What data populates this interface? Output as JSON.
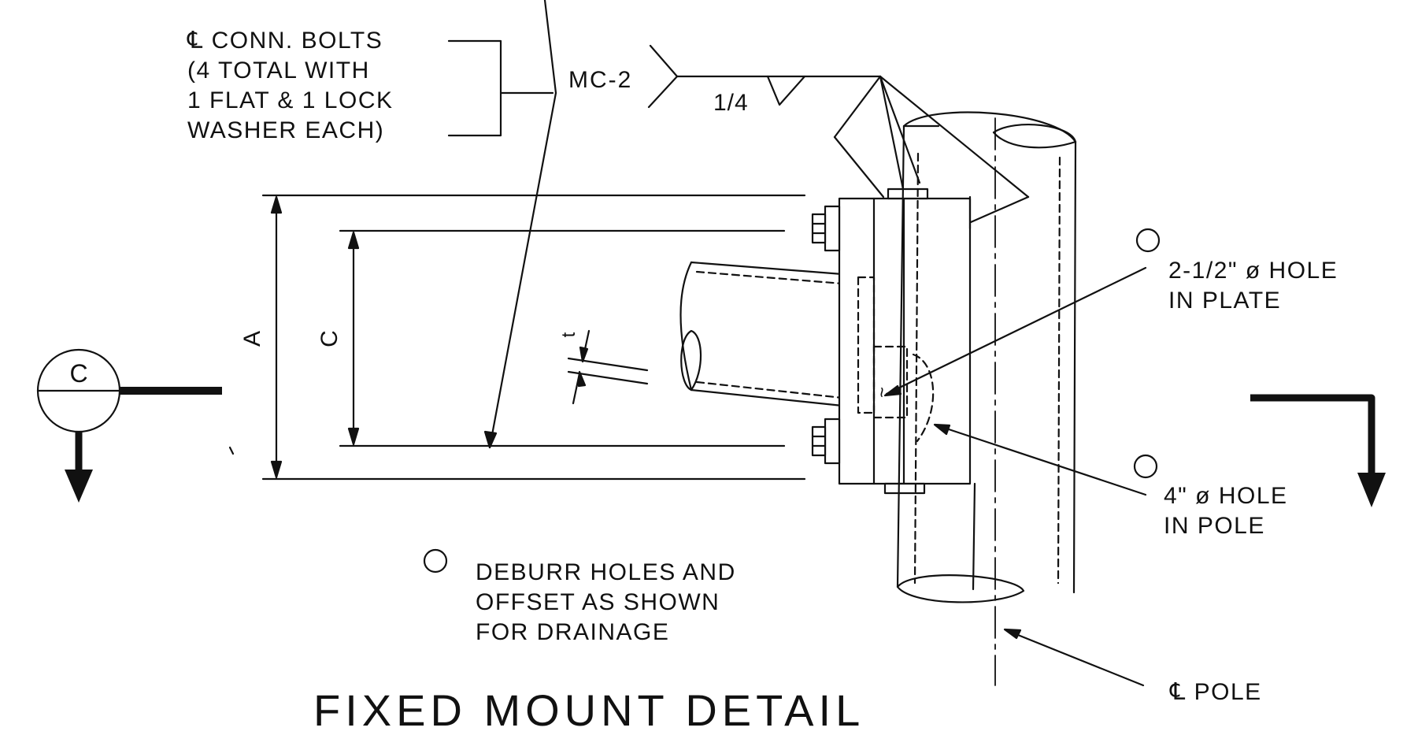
{
  "drawing": {
    "title": "FIXED MOUNT DETAIL",
    "weld_callout": {
      "ref": "MC-2",
      "size": "1/4"
    },
    "bolt_note": [
      "℄ CONN. BOLTS",
      "(4 TOTAL WITH",
      "1 FLAT & 1 LOCK",
      "WASHER EACH)"
    ],
    "plate_hole_note": [
      "2-1/2\" ø HOLE",
      "IN PLATE"
    ],
    "pole_hole_note": [
      "4\" ø HOLE",
      "IN POLE"
    ],
    "deburr_note": [
      "DEBURR HOLES AND",
      "OFFSET AS SHOWN",
      "FOR DRAINAGE"
    ],
    "pole_centerline_label": "℄ POLE",
    "dimensions": {
      "outer": "A",
      "inner": "C",
      "thickness": "t"
    },
    "section_marker": "C",
    "tilde_mark": "~"
  }
}
